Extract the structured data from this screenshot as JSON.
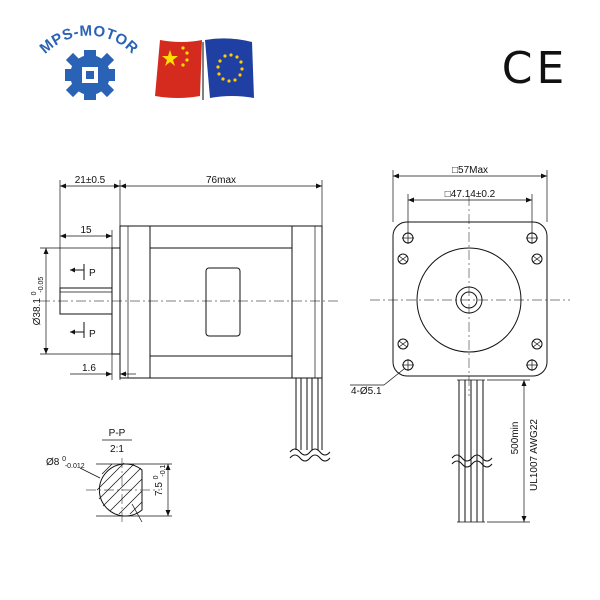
{
  "brand": {
    "name": "MPS-MOTOR",
    "color": "#2a63b5"
  },
  "certification": {
    "mark": "CE"
  },
  "flags": [
    {
      "name": "china-flag",
      "color": "#d52b1e",
      "star_color": "#ffde00"
    },
    {
      "name": "eu-flag",
      "color": "#1f3fa3",
      "star_color": "#ffcc00"
    }
  ],
  "side_view": {
    "dim_flange": "21±0.5",
    "dim_body_length": "76max",
    "dim_shaft_step": "15",
    "dim_boss_prefix": "Ø38.1",
    "dim_boss_tol_upper": "0",
    "dim_boss_tol_lower": "-0.05",
    "dim_boss_thickness": "1.6",
    "section_mark": "P"
  },
  "front_view": {
    "dim_frame": "□57Max",
    "dim_hole_pitch": "□47.14±0.2",
    "dim_holes": "4-Ø5.1",
    "dim_lead_length": "500min",
    "lead_spec": "UL1007  AWG22"
  },
  "section_view": {
    "title": "P-P",
    "scale": "2:1",
    "dim_shaft_prefix": "Ø8",
    "dim_shaft_tol_upper": "0",
    "dim_shaft_tol_lower": "-0.012",
    "dim_flat_prefix": "7.5",
    "dim_flat_tol_upper": "0",
    "dim_flat_tol_lower": "-0.1"
  }
}
